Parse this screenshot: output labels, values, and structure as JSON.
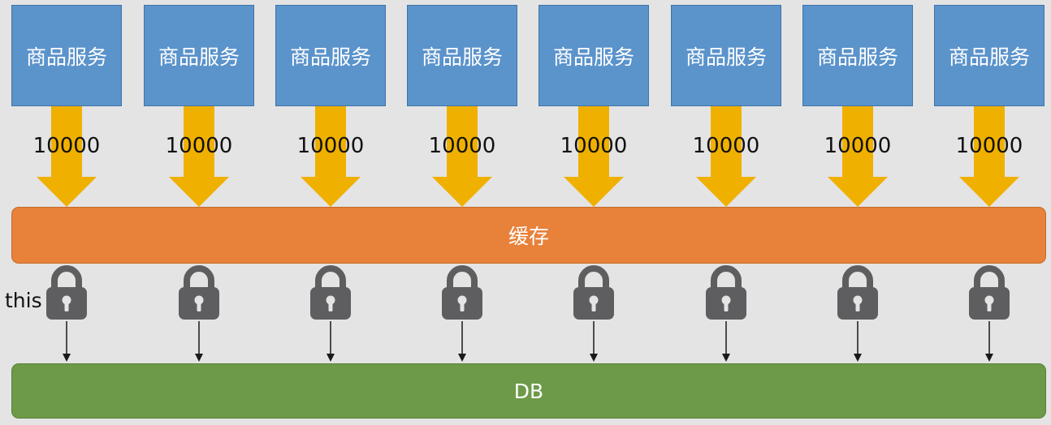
{
  "services": [
    {
      "label": "商品服务",
      "requests": "10000"
    },
    {
      "label": "商品服务",
      "requests": "10000"
    },
    {
      "label": "商品服务",
      "requests": "10000"
    },
    {
      "label": "商品服务",
      "requests": "10000"
    },
    {
      "label": "商品服务",
      "requests": "10000"
    },
    {
      "label": "商品服务",
      "requests": "10000"
    },
    {
      "label": "商品服务",
      "requests": "10000"
    },
    {
      "label": "商品服务",
      "requests": "10000"
    }
  ],
  "cache": {
    "label": "缓存"
  },
  "lock": {
    "label": "this",
    "count": 8,
    "icon": "padlock-icon"
  },
  "db": {
    "label": "DB"
  },
  "colors": {
    "service": "#5b93cb",
    "arrow": "#f0b000",
    "cache": "#e8813a",
    "lock": "#5e5e60",
    "db": "#6d9a48",
    "background": "#e4e4e4"
  }
}
